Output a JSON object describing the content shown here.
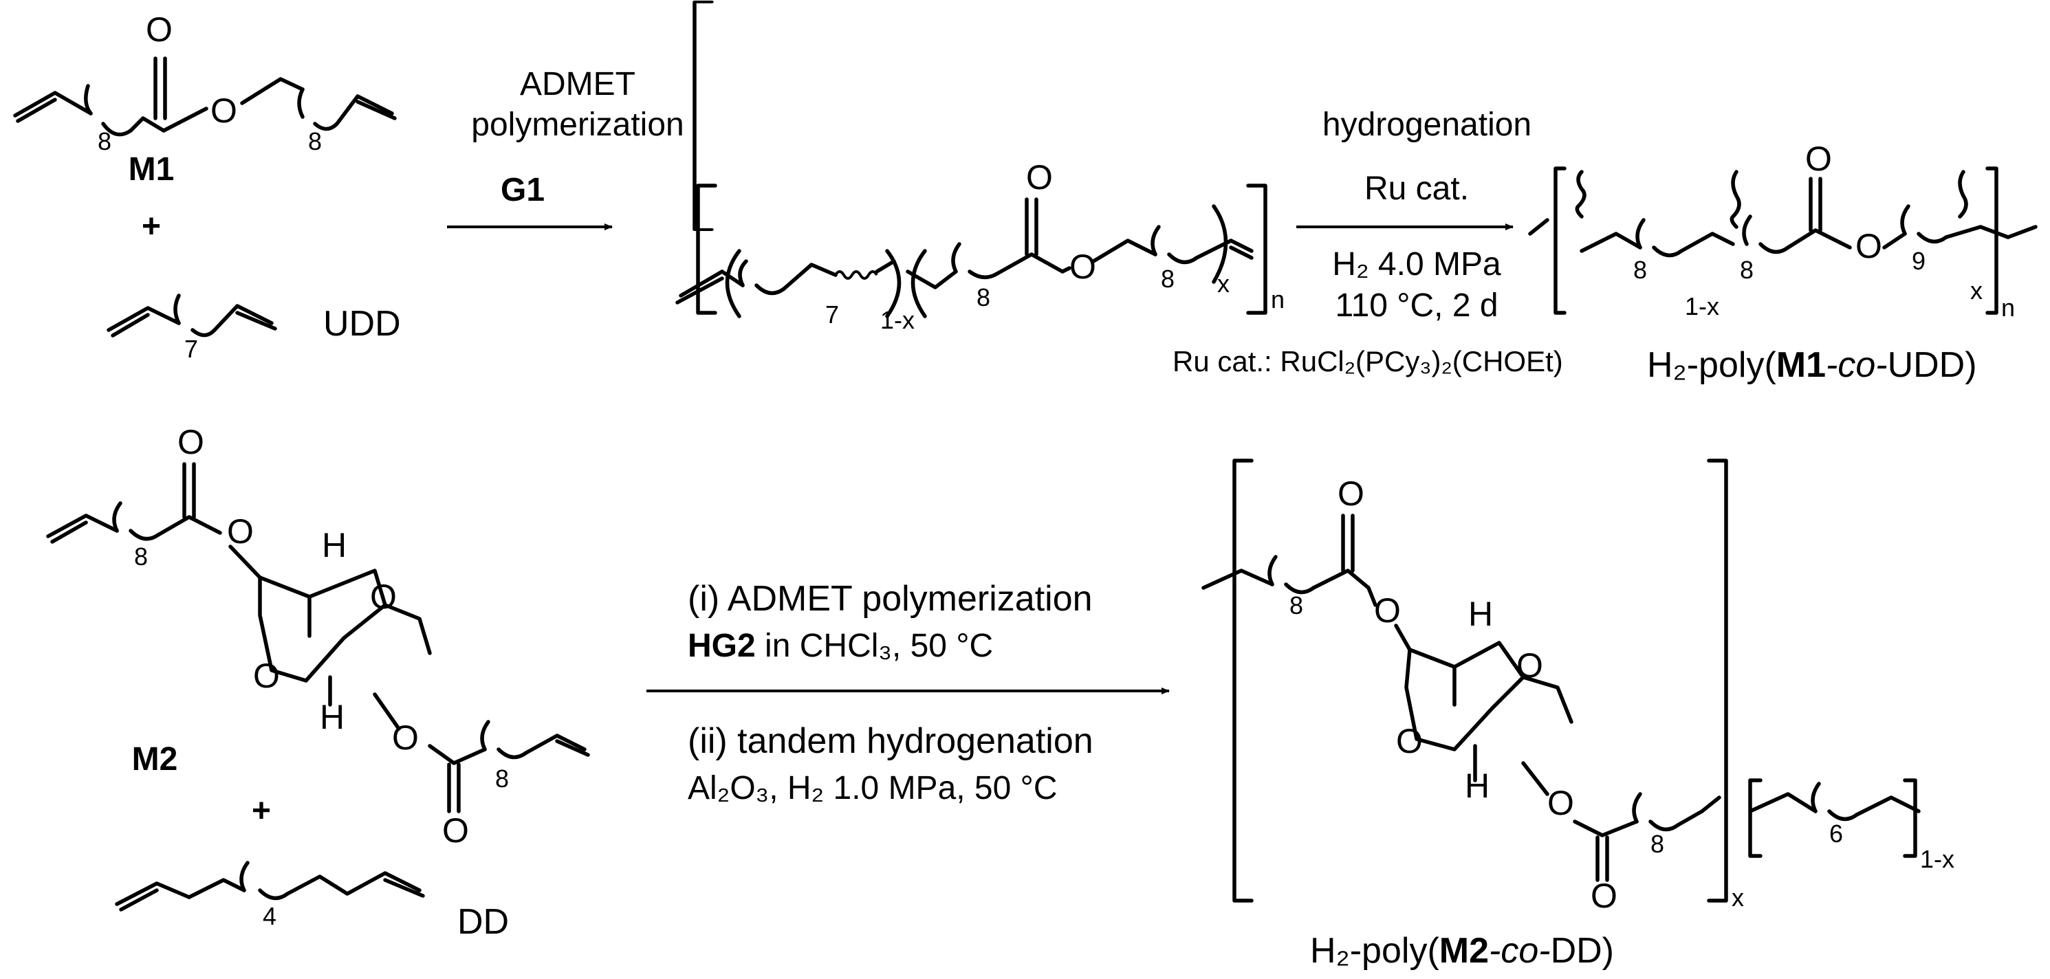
{
  "scheme": {
    "row1": {
      "monomer1": {
        "label": "M1",
        "n_left": "8",
        "n_right": "8"
      },
      "plus": "+",
      "comonomer1": {
        "label": "UDD",
        "n": "7"
      },
      "step1_top": "ADMET",
      "step1_mid": "polymerization",
      "step1_cat": "G1",
      "polymer1": {
        "n_a": "7",
        "frac_a": "1-x",
        "n_b": "8",
        "n_c": "8",
        "frac_b": "x",
        "rep": "n"
      },
      "step2_top": "hydrogenation",
      "step2_cat": "Ru cat.",
      "step2_cond1": "H₂ 4.0 MPa",
      "step2_cond2": "110 °C, 2 d",
      "ru_cat_note": "Ru cat.: RuCl₂(PCy₃)₂(CHOEt)",
      "product1": {
        "n_a": "8",
        "frac_a": "1-x",
        "n_b": "8",
        "n_c": "9",
        "frac_b": "x",
        "rep": "n",
        "name_pre": "H₂-poly(",
        "name_m": "M1",
        "name_co": "-co-",
        "name_post": "UDD)"
      }
    },
    "row2": {
      "monomer2": {
        "label": "M2",
        "n_top": "8",
        "n_bottom": "8"
      },
      "plus": "+",
      "comonomer2": {
        "label": "DD",
        "n": "4"
      },
      "step_i": "(i) ADMET polymerization",
      "step_i_cat": "HG2",
      "step_i_cond": " in CHCl₃, 50 °C",
      "step_ii": "(ii) tandem hydrogenation",
      "step_ii_cond": "Al₂O₃, H₂ 1.0 MPa, 50 °C",
      "product2": {
        "n_top": "8",
        "n_mid": "8",
        "n_right": "6",
        "frac_x": "x",
        "frac_1x": "1-x",
        "name_pre": "H₂-poly(",
        "name_m": "M2",
        "name_co": "-co-",
        "name_post": "DD)"
      }
    },
    "atoms": {
      "O": "O",
      "H": "H"
    }
  }
}
